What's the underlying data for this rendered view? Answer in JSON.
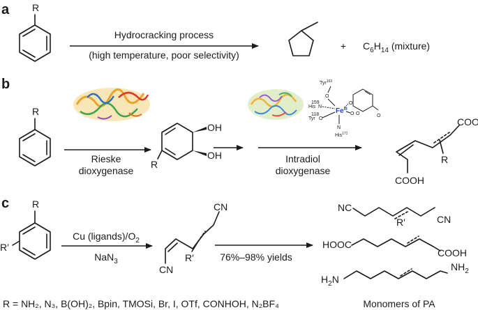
{
  "panel_a": {
    "label": "a",
    "r_group": "R",
    "arrow_line1": "Hydrocracking process",
    "arrow_line2": "(high temperature, poor selectivity)",
    "plus": "+",
    "product2_main": "C",
    "product2_sub1": "6",
    "product2_mid": "H",
    "product2_sub2": "14",
    "product2_tail": " (mixture)"
  },
  "panel_b": {
    "label": "b",
    "r_group": "R",
    "enzyme1_line1": "Rieske",
    "enzyme1_line2": "dioxygenase",
    "diol_oh_top": "OH",
    "diol_oh_bottom": "OH",
    "diol_r": "R",
    "enzyme2_line1": "Intradiol",
    "enzyme2_line2": "dioxygenase",
    "fe_complex": {
      "tyr_top": "Tyr",
      "tyr_top_num": "163",
      "his_left": "His",
      "his_left_num": "159",
      "tyr_left": "Tyr",
      "tyr_left_num": "118",
      "fe": "Fe",
      "fe_ox": "III",
      "n_label": "N",
      "his_bottom": "His",
      "his_bottom_num": "171",
      "o_label": "O"
    },
    "product_cooh_top": "COOH",
    "product_cooh_bottom": "COOH",
    "product_r": "R"
  },
  "panel_c": {
    "label": "c",
    "r_group": "R",
    "r_prime": "R′",
    "arrow1_line1_main": "Cu (ligands)/O",
    "arrow1_line1_sub": "2",
    "arrow1_line2_main": "NaN",
    "arrow1_line2_sub": "3",
    "nitrile_cn_top": "CN",
    "nitrile_cn_bottom": "CN",
    "nitrile_r_prime": "R′",
    "arrow2_label": "76%–98% yields",
    "monomer1_left": "NC",
    "monomer1_right": "CN",
    "monomer1_r": "R′",
    "monomer2_left": "HOOC",
    "monomer2_right": "COOH",
    "monomer3_left_main": "H",
    "monomer3_left_sub": "2",
    "monomer3_left_tail": "N",
    "monomer3_right_main": "NH",
    "monomer3_right_sub": "2",
    "footer_r_list": "R = NH₂, N₃, B(OH)₂, Bpin, TMOSi, Br, I, OTf, CONHOH, N₂BF₄",
    "footer_caption": "Monomers of PA"
  }
}
